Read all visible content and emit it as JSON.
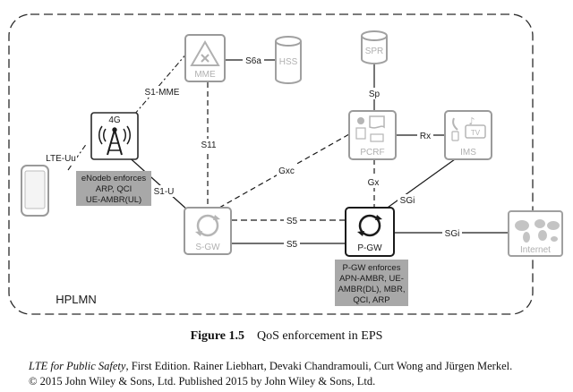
{
  "region": {
    "label": "HPLMN"
  },
  "nodes": {
    "mme": "MME",
    "hss": "HSS",
    "spr": "SPR",
    "pcrf": "PCRF",
    "ims": "IMS",
    "sgw": "S-GW",
    "pgw": "P-GW",
    "internet": "Internet",
    "enodeb_badge": "4G"
  },
  "interfaces": {
    "s6a": "S6a",
    "s1mme": "S1-MME",
    "sp": "Sp",
    "s11": "S11",
    "rx": "Rx",
    "lteuu": "LTE-Uu",
    "gxc": "Gxc",
    "s1u": "S1-U",
    "gx": "Gx",
    "sgi_ims": "SGi",
    "s5_top": "S5",
    "s5_bottom": "S5",
    "sgi_internet": "SGi"
  },
  "notes": {
    "enodeb": [
      "eNodeb enforces",
      "ARP, QCI",
      "UE-AMBR(UL)"
    ],
    "pgw": [
      "P-GW enforces",
      "APN-AMBR, UE-",
      "AMBR(DL), MBR,",
      "QCI, ARP"
    ]
  },
  "caption": {
    "number": "Figure 1.5",
    "text": "QoS enforcement in EPS"
  },
  "credit": {
    "book": "LTE for Public Safety",
    "line1_rest": ", First Edition. Rainer Liebhart, Devaki Chandramouli, Curt Wong and Jürgen Merkel.",
    "line2": "© 2015 John Wiley & Sons, Ltd. Published 2015 by John Wiley & Sons, Ltd."
  }
}
